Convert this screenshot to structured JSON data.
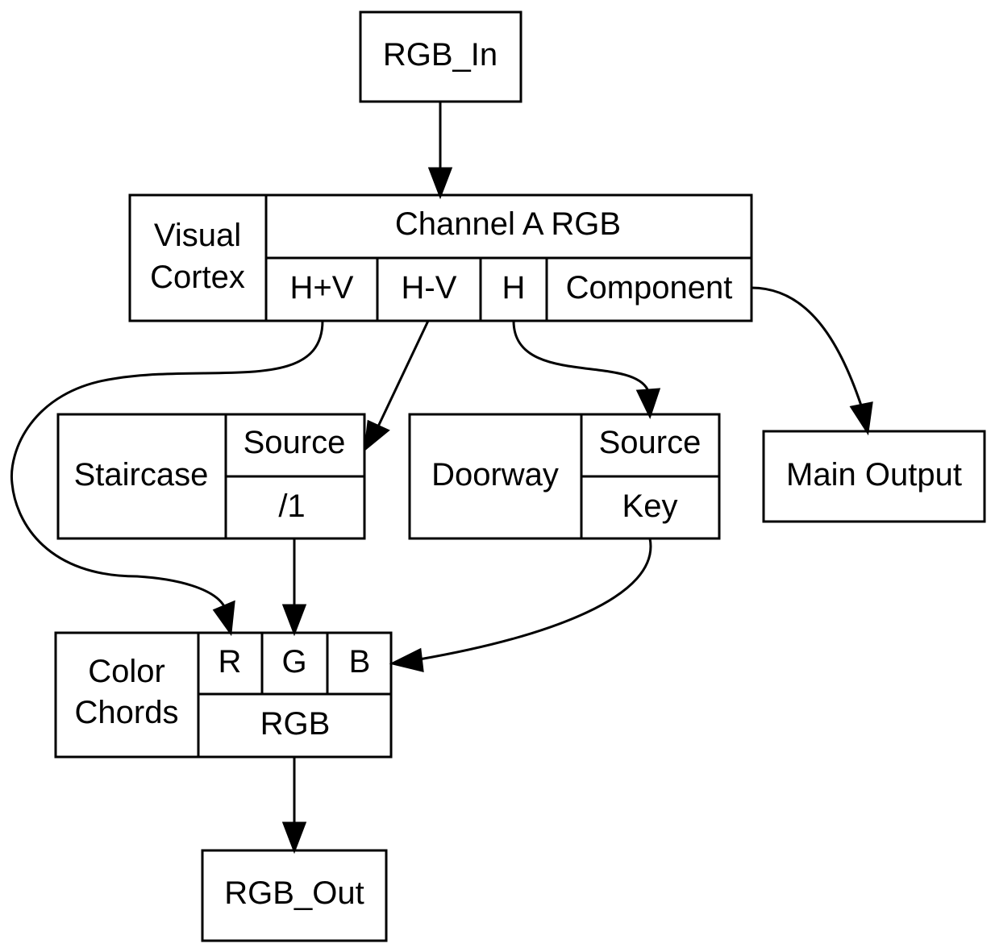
{
  "nodes": {
    "rgb_in": {
      "label": "RGB_In"
    },
    "visual_cortex": {
      "name_lines": [
        "Visual",
        "Cortex"
      ],
      "channel_label": "Channel A RGB",
      "ports": [
        "H+V",
        "H-V",
        "H",
        "Component"
      ]
    },
    "staircase": {
      "name": "Staircase",
      "source": "Source",
      "param": "/1"
    },
    "doorway": {
      "name": "Doorway",
      "source": "Source",
      "param": "Key"
    },
    "main_output": {
      "label": "Main Output"
    },
    "color_chords": {
      "name_lines": [
        "Color",
        "Chords"
      ],
      "ports": [
        "R",
        "G",
        "B"
      ],
      "output": "RGB"
    },
    "rgb_out": {
      "label": "RGB_Out"
    }
  },
  "edges": [
    {
      "from": "RGB_In",
      "to": "Channel A RGB"
    },
    {
      "from": "H+V",
      "to": "R"
    },
    {
      "from": "H-V",
      "to": "Staircase Source"
    },
    {
      "from": "H",
      "to": "Doorway Source"
    },
    {
      "from": "Component",
      "to": "Main Output"
    },
    {
      "from": "/1",
      "to": "G"
    },
    {
      "from": "Key",
      "to": "B"
    },
    {
      "from": "RGB",
      "to": "RGB_Out"
    }
  ],
  "colors": {
    "stroke": "#000000",
    "fill": "#ffffff",
    "text": "#000000"
  }
}
